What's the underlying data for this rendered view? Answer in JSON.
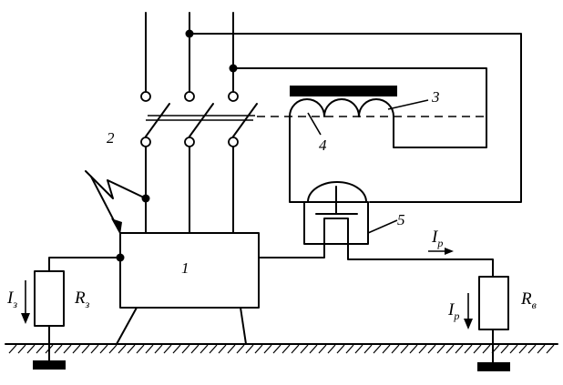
{
  "labels": {
    "unit": "1",
    "switch": "2",
    "coil": "3",
    "winding": "4",
    "relay": "5"
  },
  "symbols": {
    "i_ground_main": "I",
    "i_ground_sub": "з",
    "r_ground_main": "R",
    "r_ground_sub": "з",
    "i_p_main": "I",
    "i_p_sub": "р",
    "i_p2_main": "I",
    "i_p2_sub": "р",
    "r_v_main": "R",
    "r_v_sub": "в"
  }
}
